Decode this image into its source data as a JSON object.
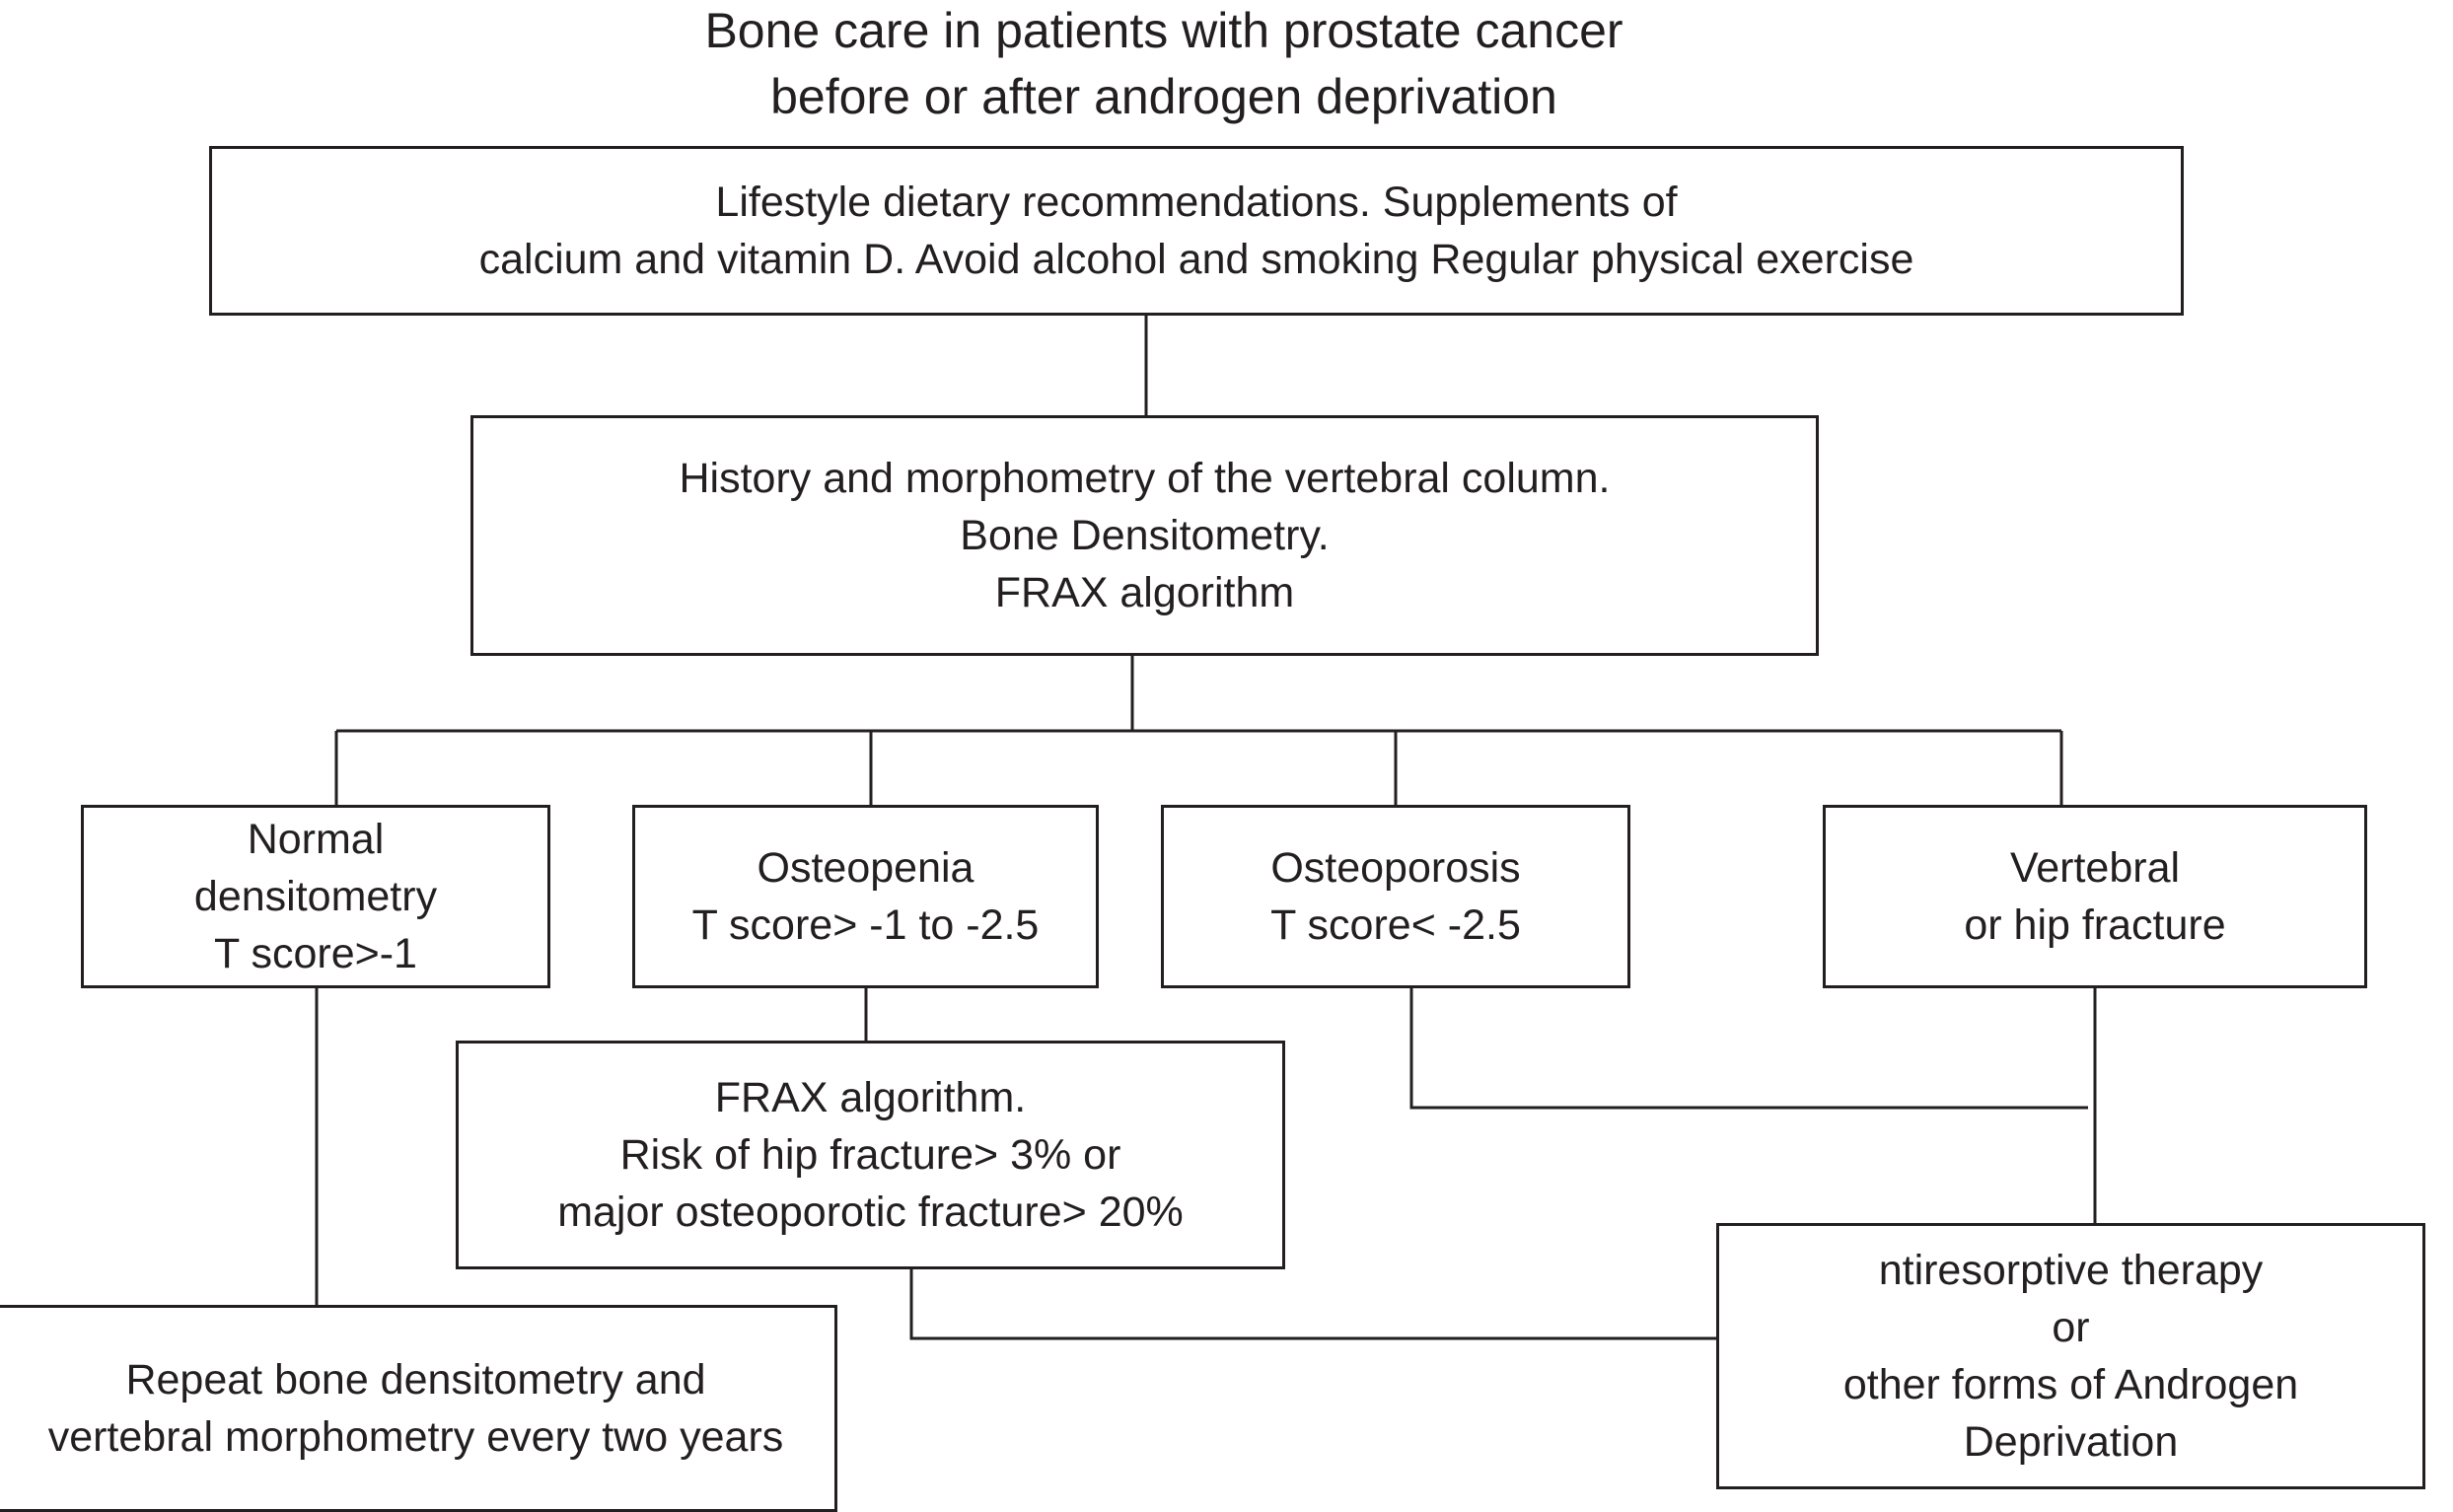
{
  "title": {
    "line1": "Bone care in patients with prostate cancer",
    "line2": "before or after androgen deprivation"
  },
  "boxes": {
    "lifestyle": {
      "line1": "Lifestyle dietary recommendations. Supplements of",
      "line2": "calcium and vitamin D. Avoid alcohol and smoking Regular physical exercise"
    },
    "history": {
      "line1": "History and morphometry of the vertebral column.",
      "line2": "Bone Densitometry.",
      "line3": "FRAX algorithm"
    },
    "normal": {
      "line1": "Normal",
      "line2": "densitometry",
      "line3": "T score>-1"
    },
    "osteopenia": {
      "line1": "Osteopenia",
      "line2": "T score> -1 to -2.5"
    },
    "osteoporosis": {
      "line1": "Osteoporosis",
      "line2": "T score< -2.5"
    },
    "fracture": {
      "line1": "Vertebral",
      "line2": "or hip fracture"
    },
    "frax": {
      "line1": "FRAX algorithm.",
      "line2": "Risk of hip fracture> 3% or",
      "line3": "major osteoporotic fracture> 20%"
    },
    "repeat": {
      "line1": "Repeat bone densitometry and",
      "line2": "vertebral morphometry every two years"
    },
    "therapy": {
      "line1": "ntiresorptive therapy",
      "line2": "or",
      "line3": "other forms of Androgen",
      "line4": "Deprivation"
    }
  },
  "colors": {
    "stroke": "#231f20",
    "background": "#ffffff"
  }
}
